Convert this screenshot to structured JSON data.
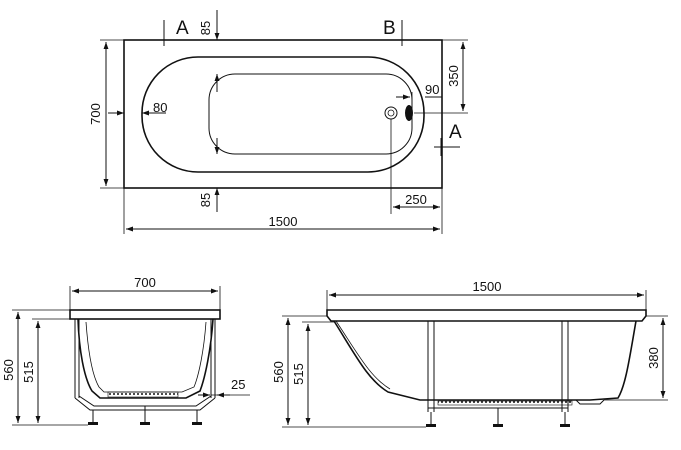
{
  "top_view": {
    "section_a_top": "A",
    "section_b": "B",
    "section_a_right": "A",
    "dim_width": "700",
    "dim_wall_offset": "80",
    "dim_top_rim": "85",
    "dim_bottom_rim": "85",
    "dim_drain_offset": "90",
    "dim_drain_height": "350",
    "dim_drain_distance": "250",
    "dim_length": "1500"
  },
  "side_view": {
    "dim_width": "700",
    "dim_total_height": "560",
    "dim_rim_height": "515",
    "dim_leg_offset": "25"
  },
  "front_view": {
    "dim_length": "1500",
    "dim_total_height": "560",
    "dim_rim_height": "515",
    "dim_overflow_height": "380"
  }
}
